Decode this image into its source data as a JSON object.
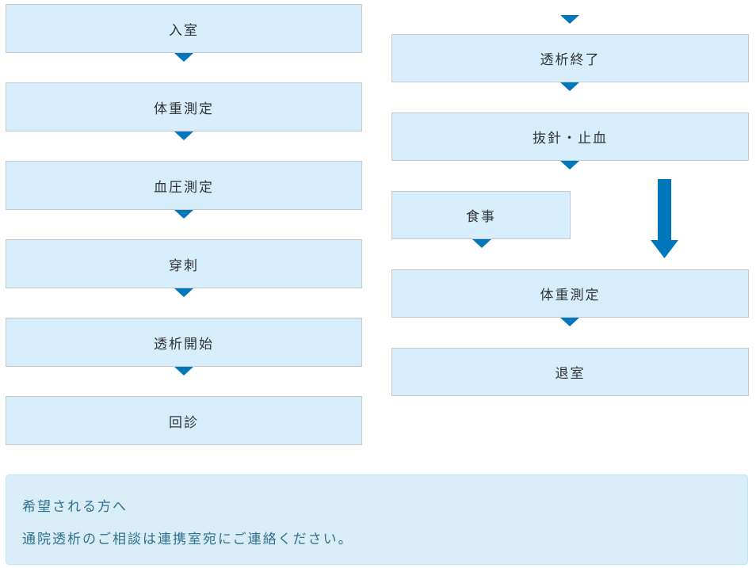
{
  "left_steps": [
    "入室",
    "体重測定",
    "血圧測定",
    "穿刺",
    "透析開始",
    "回診"
  ],
  "right_steps": [
    "透析終了",
    "抜針・止血",
    "食事",
    "体重測定",
    "退室"
  ],
  "info": {
    "title": "希望される方へ",
    "message": "通院透析のご相談は連携室宛にご連絡ください。"
  },
  "colors": {
    "arrow": "#0077bb",
    "box": "#d6eefc",
    "info_bg": "#d9edf7",
    "info_text": "#31708f"
  }
}
